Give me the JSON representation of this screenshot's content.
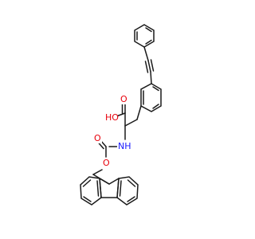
{
  "molecule": {
    "atom_labels": {
      "hydroxyl": "HO",
      "carbonyl_oxygen_acid": "O",
      "amine": "NH",
      "carbonyl_oxygen_carbamate": "O",
      "ester_oxygen": "O"
    },
    "colors": {
      "bond": "#1a1a1a",
      "oxygen": "#e8000b",
      "nitrogen": "#1a1aff",
      "background": "#ffffff"
    }
  }
}
